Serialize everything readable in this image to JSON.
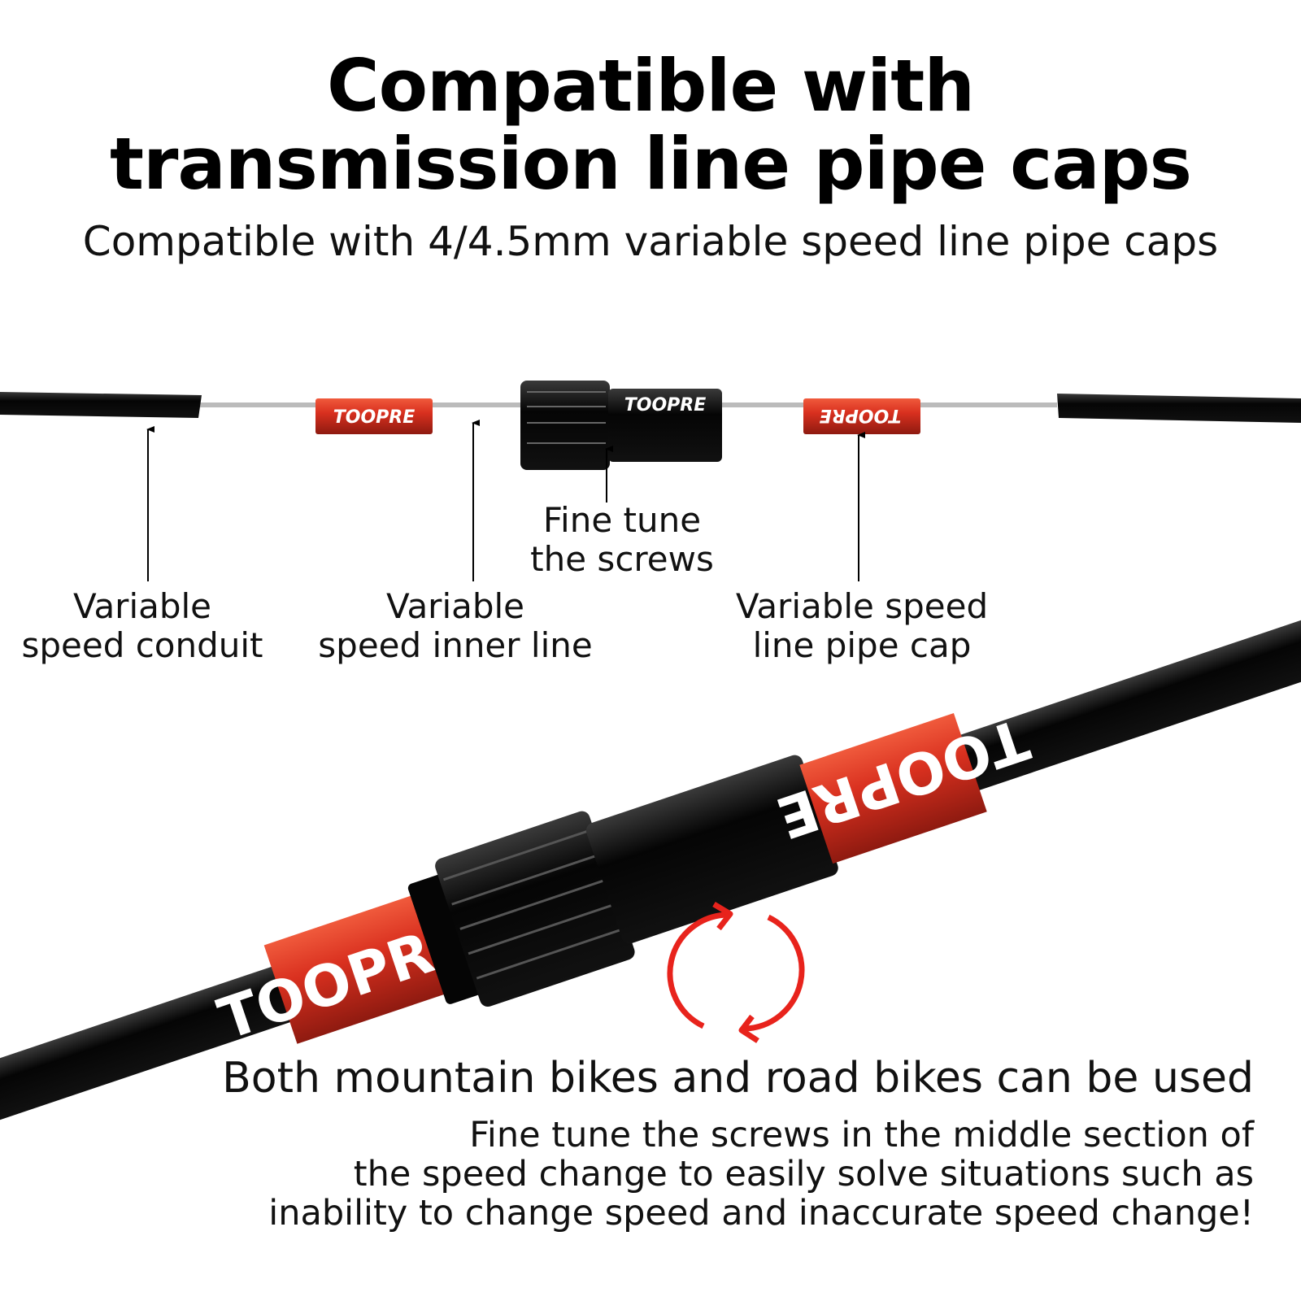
{
  "header": {
    "title_line1": "Compatible with",
    "title_line2": "transmission line pipe caps",
    "subtitle": "Compatible with 4/4.5mm variable speed line pipe caps"
  },
  "brand": "TOOPRE",
  "labels": {
    "conduit": [
      "Variable",
      "speed conduit"
    ],
    "inner_line": [
      "Variable",
      "speed inner line"
    ],
    "fine_tune": [
      "Fine tune",
      "the screws"
    ],
    "pipe_cap": [
      "Variable speed",
      "line pipe cap"
    ]
  },
  "footer": {
    "headline": "Both mountain bikes and road bikes can be used",
    "body": [
      "Fine tune the screws in the middle section of",
      "the speed change to easily solve situations such as",
      "inability to change speed and inaccurate speed change!"
    ]
  },
  "colors": {
    "accent_red": "#d9301f",
    "arrow_red": "#e8231c",
    "cable_black": "#0c0c0c"
  }
}
